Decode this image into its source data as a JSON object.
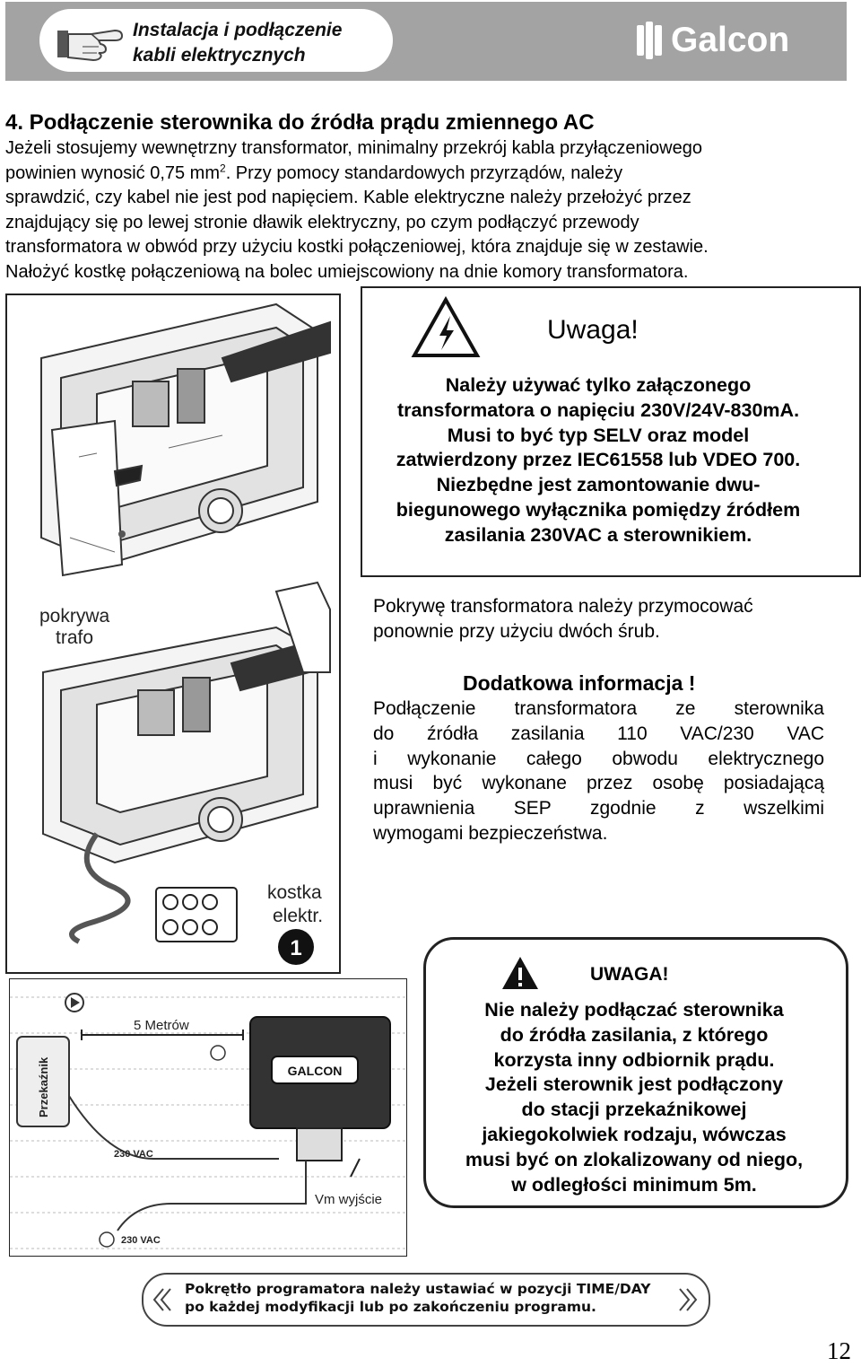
{
  "header": {
    "title_line1": "Instalacja i podłączenie",
    "title_line2": "kabli elektrycznych",
    "brand": "Galcon"
  },
  "section": {
    "heading": "4. Podłączenie sterownika do źródła prądu zmiennego AC",
    "para_lines": [
      "Jeżeli stosujemy wewnętrzny transformator, minimalny przekrój kabla przyłączeniowego",
      "powinien wynosić 0,75 mm",
      "2",
      ". Przy pomocy standardowych przyrządów, należy",
      "sprawdzić, czy kabel nie jest pod napięciem. Kable elektryczne należy przełożyć przez",
      "znajdujący się po lewej stronie dławik elektryczny, po czym podłączyć przewody",
      "transformatora w obwód przy użyciu kostki połączeniowej, która znajduje się w zestawie.",
      "Nałożyć kostkę połączeniową na bolec umiejscowiony na dnie komory transformatora."
    ]
  },
  "figure1": {
    "label_cover_1": "pokrywa",
    "label_cover_2": "trafo",
    "label_block_1": "kostka",
    "label_block_2": "elektr.",
    "step_number": "1"
  },
  "warning_box": {
    "title": "Uwaga!",
    "lines": [
      "Należy używać tylko załączonego",
      "transformatora o napięciu 230V/24V-830mA.",
      "Musi to być typ SELV  oraz model",
      "zatwierdzony przez IEC61558 lub VDEO 700.",
      "Niezbędne jest  zamontowanie dwu-",
      "biegunowego wyłącznika pomiędzy źródłem",
      "zasilania 230VAC a sterownikiem."
    ]
  },
  "cover_note": {
    "lines": [
      "Pokrywę transformatora należy przymocować",
      "ponownie przy użyciu dwóch śrub."
    ]
  },
  "additional_info": {
    "title": "Dodatkowa informacja !",
    "lines": [
      "Podłączenie transformatora ze sterownika",
      "do źródła zasilania 110 VAC/230 VAC",
      "i wykonanie całego obwodu elektrycznego",
      "musi być wykonane przez osobę posiadającą",
      "uprawnienia SEP zgodnie z wszelkimi",
      "wymogami bezpieczeństwa."
    ]
  },
  "figure2": {
    "distance": "5 Metrów",
    "relay_label": "Przekaźnik",
    "voltage_1": "230 VAC",
    "voltage_2": "230 VAC",
    "output_label": "Vm wyjście",
    "device_brand": "GALCON"
  },
  "warning2": {
    "title": "UWAGA!",
    "lines": [
      "Nie należy podłączać sterownika",
      "do źródła zasilania, z którego",
      "korzysta inny odbiornik prądu.",
      "Jeżeli sterownik jest podłączony",
      "do stacji przekaźnikowej",
      "jakiegokolwiek rodzaju, wówczas",
      "musi być on zlokalizowany od niego,",
      "w odległości minimum 5m."
    ]
  },
  "bottom_note": {
    "line1": "Pokrętło programatora należy ustawiać w pozycji TIME/DAY",
    "line2": "po każdej modyfikacji lub po zakończeniu programu."
  },
  "page_number": "12"
}
